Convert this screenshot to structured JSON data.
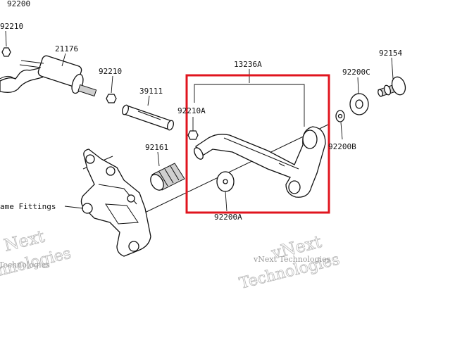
{
  "labels": {
    "p92200": "92200",
    "p92210_top": "92210",
    "p21176": "21176",
    "p92210_mid": "92210",
    "p39111": "39111",
    "p13236A": "13236A",
    "p92210A": "92210A",
    "p92161": "92161",
    "p92200C": "92200C",
    "p92154": "92154",
    "p92200B": "92200B",
    "p92200A": "92200A",
    "frame_fittings": "ame Fittings"
  },
  "watermarks": {
    "left_next": "Next",
    "left_technologies": "hnologies",
    "left_small": "Technologies",
    "right_next": "vNext",
    "right_small": "vNext Technologies",
    "right_technologies": "Technologies"
  },
  "colors": {
    "highlight": "#e0141e",
    "line": "#111111",
    "watermark": "#b8b8b8"
  }
}
